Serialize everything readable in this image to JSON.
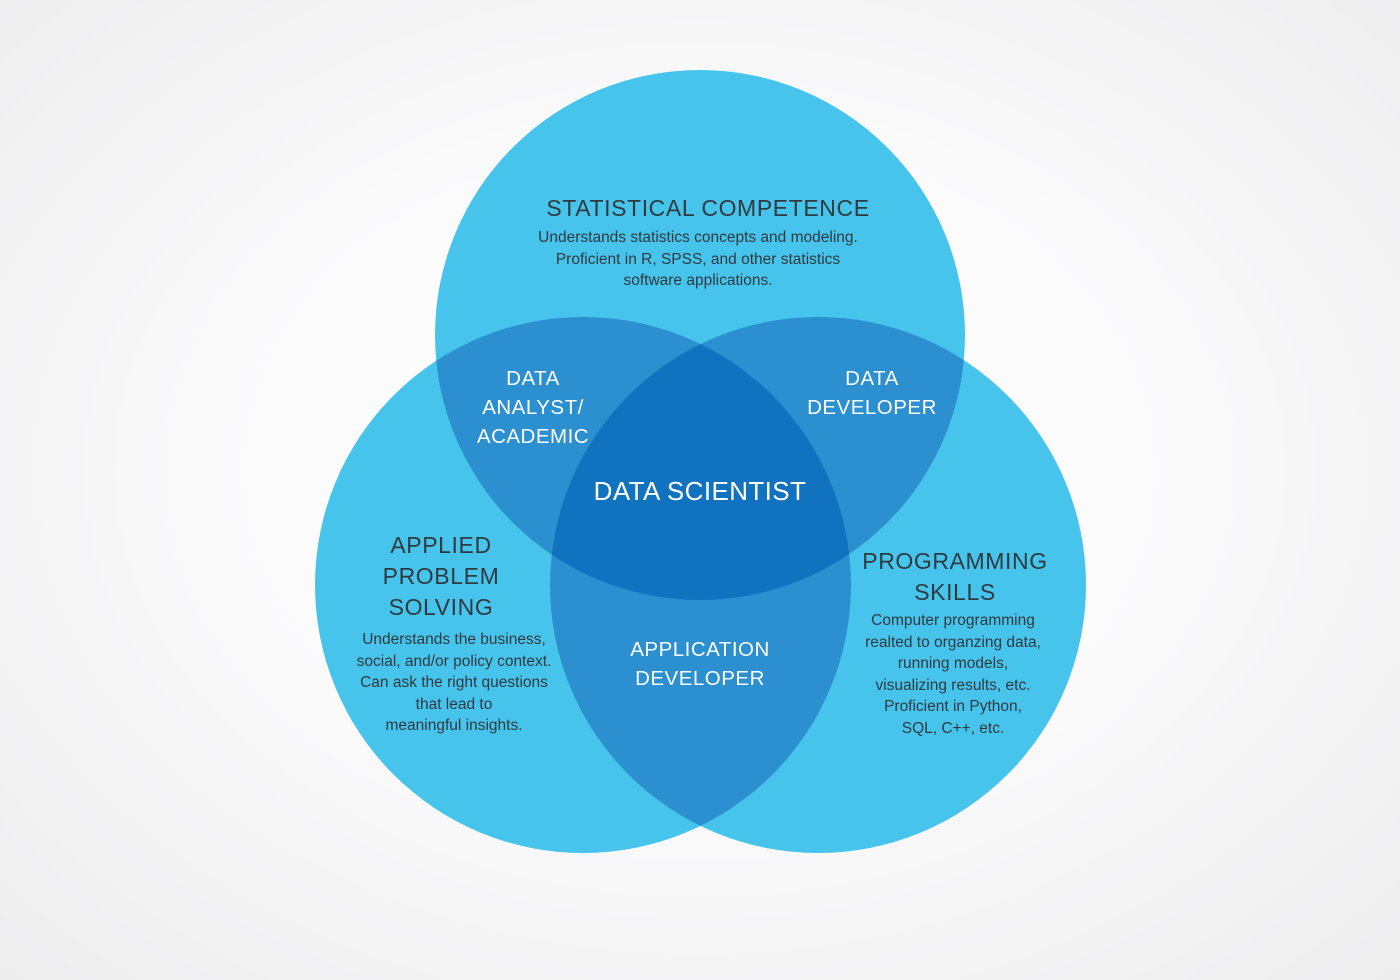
{
  "colors": {
    "circle_fill": "#3ec1ea",
    "pair_overlap": "#2b8fd0",
    "center_overlap": "#1173bf",
    "text_dark": "#2f3a40",
    "text_light": "#ffffff"
  },
  "circles": {
    "top": {
      "title": "STATISTICAL COMPETENCE",
      "description": "Understands statistics concepts and modeling.\nProficient in R, SPSS, and other statistics\nsoftware applications."
    },
    "left": {
      "title_lines": [
        "APPLIED",
        "PROBLEM",
        "SOLVING"
      ],
      "description": "Understands the business,\nsocial, and/or policy context.\nCan ask the right questions\nthat lead to\nmeaningful insights."
    },
    "right": {
      "title_lines": [
        "PROGRAMMING",
        "SKILLS"
      ],
      "description": "Computer programming\nrealted to organzing data,\nrunning models,\nvisualizing results, etc.\nProficient in Python,\nSQL, C++, etc."
    }
  },
  "overlaps": {
    "top_left": "DATA\nANALYST/\nACADEMIC",
    "top_right": "DATA\nDEVELOPER",
    "bottom": "APPLICATION\nDEVELOPER",
    "center": "DATA SCIENTIST"
  }
}
